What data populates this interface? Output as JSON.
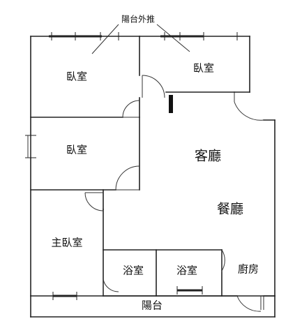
{
  "floorplan": {
    "note_balcony_push": "陽台外推",
    "rooms": {
      "bedroom_top_left": "臥室",
      "bedroom_top_right": "臥室",
      "bedroom_middle_left": "臥室",
      "living_room": "客廳",
      "dining_room": "餐廳",
      "master_bedroom": "主臥室",
      "bathroom_left": "浴室",
      "bathroom_right": "浴室",
      "kitchen": "廚房",
      "balcony": "陽台"
    }
  }
}
